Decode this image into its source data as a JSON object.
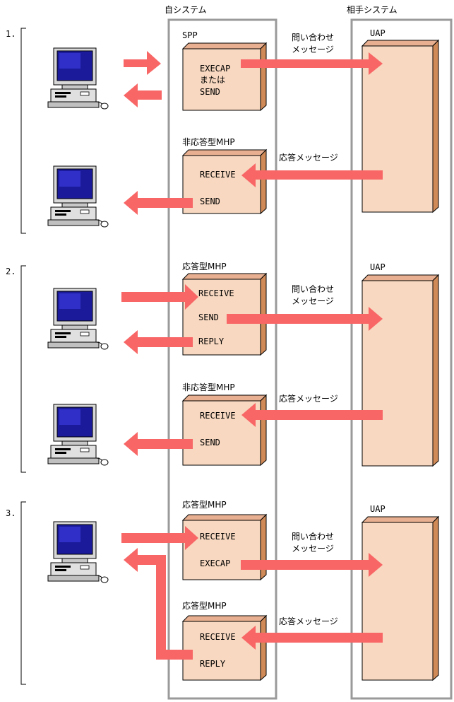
{
  "headers": {
    "own_system": "自システム",
    "partner_system": "相手システム"
  },
  "sections": [
    {
      "number": "1.",
      "upper_box": {
        "title": "SPP",
        "lines": [
          "EXECAP",
          "または",
          "SEND"
        ]
      },
      "lower_box": {
        "title": "非応答型MHP",
        "lines": [
          "RECEIVE",
          "SEND"
        ]
      },
      "uap_label": "UAP",
      "query_message": [
        "問い合わせ",
        "メッセージ"
      ],
      "response_message": "応答メッセージ"
    },
    {
      "number": "2.",
      "upper_box": {
        "title": "応答型MHP",
        "lines": [
          "RECEIVE",
          "SEND",
          "REPLY"
        ]
      },
      "lower_box": {
        "title": "非応答型MHP",
        "lines": [
          "RECEIVE",
          "SEND"
        ]
      },
      "uap_label": "UAP",
      "query_message": [
        "問い合わせ",
        "メッセージ"
      ],
      "response_message": "応答メッセージ"
    },
    {
      "number": "3.",
      "upper_box": {
        "title": "応答型MHP",
        "lines": [
          "RECEIVE",
          "EXECAP"
        ]
      },
      "lower_box": {
        "title": "応答型MHP",
        "lines": [
          "RECEIVE",
          "REPLY"
        ]
      },
      "uap_label": "UAP",
      "query_message": [
        "問い合わせ",
        "メッセージ"
      ],
      "response_message": "応答メッセージ"
    }
  ],
  "colors": {
    "arrow": "#f86666",
    "box_front": "#f8d8c0",
    "box_side": "#d08a58",
    "frame": "#9a9a9a"
  }
}
